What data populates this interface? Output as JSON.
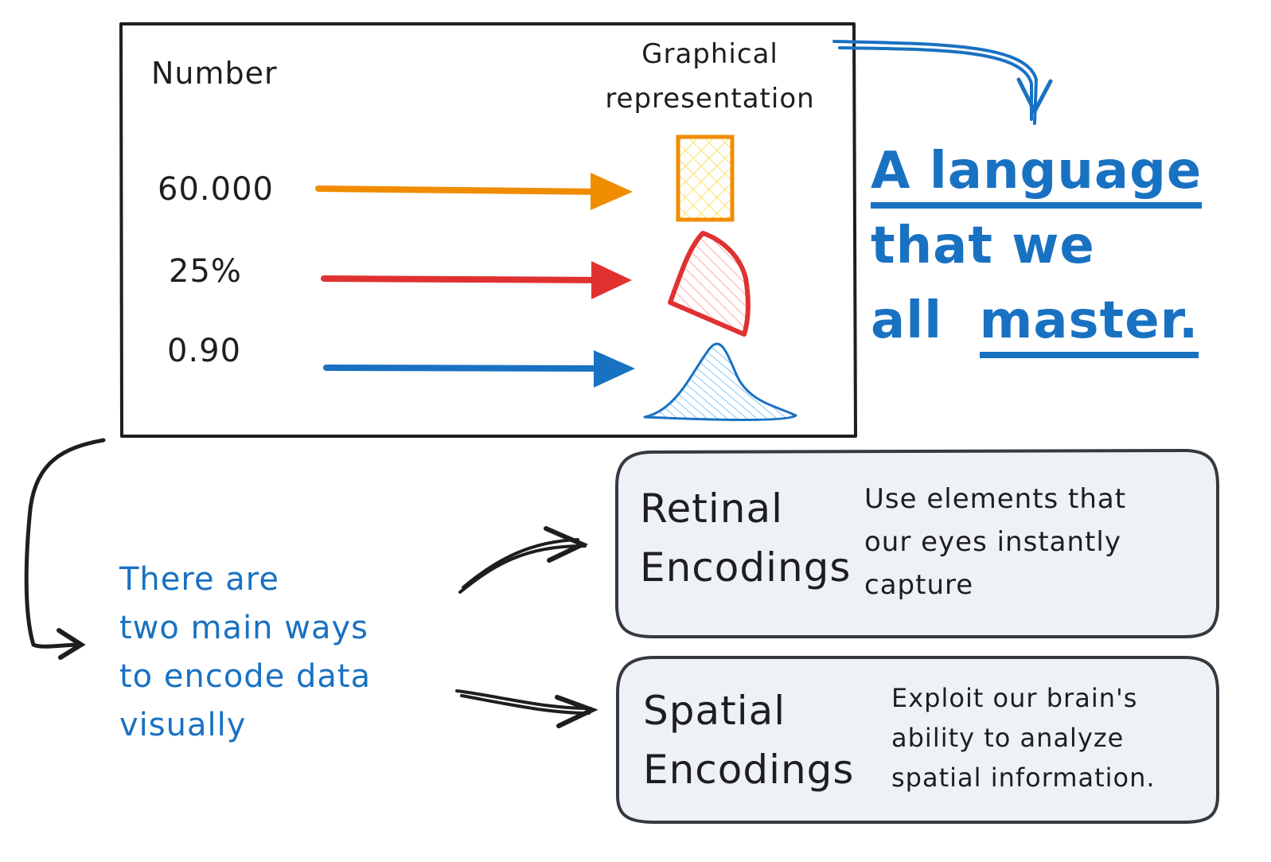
{
  "table": {
    "number_header": "Number",
    "graphic_header": "Graphical representation",
    "rows": [
      {
        "value": "60.000",
        "color": "#f08c00",
        "shape": "rectangle"
      },
      {
        "value": "25%",
        "color": "#e03131",
        "shape": "wedge"
      },
      {
        "value": "0.90",
        "color": "#1971c2",
        "shape": "density-curve"
      }
    ]
  },
  "slogan": {
    "line1": "A language",
    "line2": "that we",
    "line3_a": "all",
    "line3_b": "master."
  },
  "intro": {
    "line1": "There are",
    "line2": "two main ways",
    "line3": "to encode data",
    "line4": "visually"
  },
  "retinal": {
    "title_line1": "Retinal",
    "title_line2": "Encodings",
    "desc_line1": "Use elements that",
    "desc_line2": "our eyes instantly",
    "desc_line3": "capture"
  },
  "spatial": {
    "title_line1": "Spatial",
    "title_line2": "Encodings",
    "desc_line1": "Exploit our brain's",
    "desc_line2": "ability to analyze",
    "desc_line3": "spatial information."
  },
  "colors": {
    "ink": "#1e1e1e",
    "blue": "#1971c2",
    "orange": "#f08c00",
    "red": "#e03131",
    "card_bg": "#eef2f6"
  }
}
